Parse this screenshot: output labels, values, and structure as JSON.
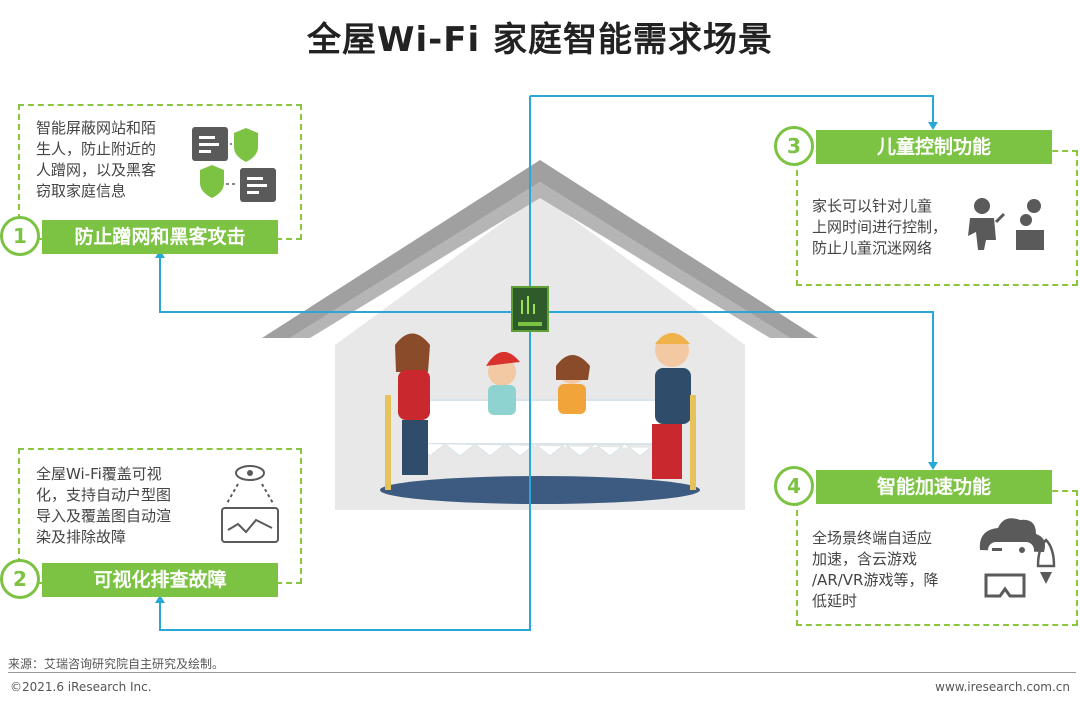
{
  "title": "全屋Wi-Fi 家庭智能需求场景",
  "items": [
    {
      "number": "1",
      "label": "防止蹭网和黑客攻击",
      "desc_lines": [
        "智能屏蔽网站和陌",
        "生人，防止附近的",
        "人蹭网，以及黑客",
        "窃取家庭信息"
      ]
    },
    {
      "number": "2",
      "label": "可视化排查故障",
      "desc_lines": [
        "全屋Wi-Fi覆盖可视",
        "化，支持自动户型图",
        "导入及覆盖图自动渲",
        "染及排除故障"
      ]
    },
    {
      "number": "3",
      "label": "儿童控制功能",
      "desc_lines": [
        "家长可以针对儿童",
        "上网时间进行控制，",
        "防止儿童沉迷网络"
      ]
    },
    {
      "number": "4",
      "label": "智能加速功能",
      "desc_lines": [
        "全场景终端自适应",
        "加速，含云游戏",
        "/AR/VR游戏等，降",
        "低延时"
      ]
    }
  ],
  "footer": {
    "source": "来源：艾瑞咨询研究院自主研究及绘制。",
    "copyright": "©2021.6 iResearch Inc.",
    "website": "www.iresearch.com.cn"
  },
  "colors": {
    "green": "#7cc243",
    "blue": "#29a8d8",
    "roof": "#9a9a9a",
    "wall": "#e6e6e6"
  }
}
